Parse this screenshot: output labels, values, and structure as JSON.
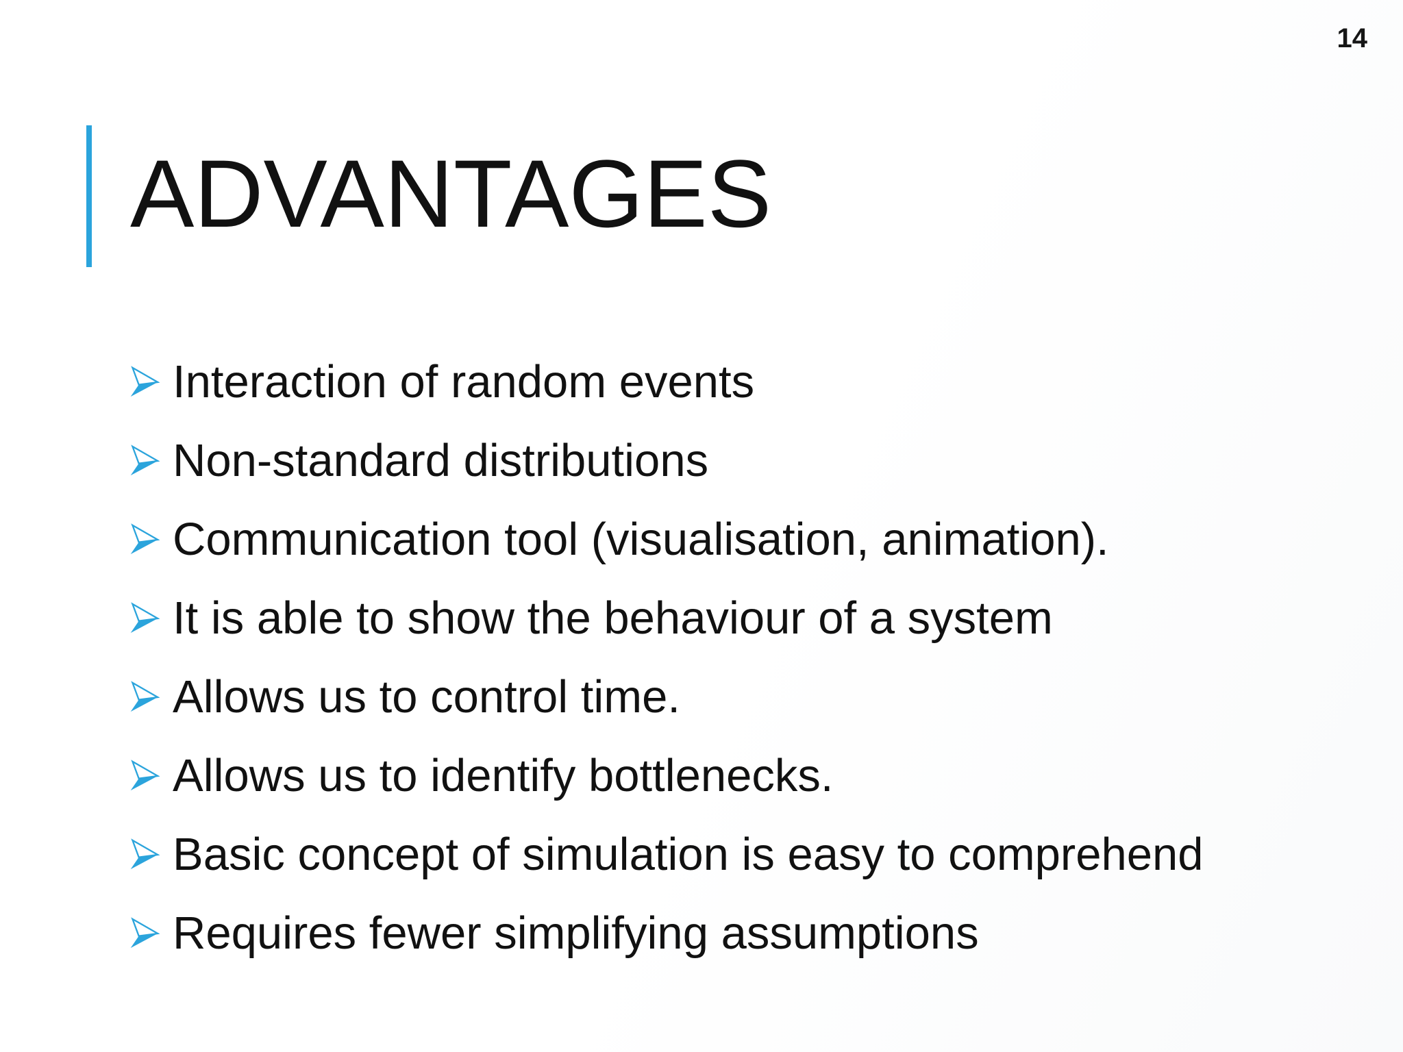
{
  "slide": {
    "page_number": "14",
    "title": "ADVANTAGES",
    "accent_color": "#2BA4DC",
    "text_color": "#111111",
    "background_color": "#ffffff",
    "bullet_icon": {
      "name": "arrow-bullet-icon",
      "glyph": "➢",
      "description": "three-d rightwards arrowhead bullet"
    },
    "bullets": [
      "Interaction of random events",
      "Non-standard distributions",
      "Communication tool (visualisation, animation).",
      "It is able to show the behaviour of a system",
      "Allows us to control time.",
      "Allows us to identify bottlenecks.",
      "Basic concept of simulation is easy to comprehend",
      "Requires fewer simplifying assumptions"
    ]
  }
}
